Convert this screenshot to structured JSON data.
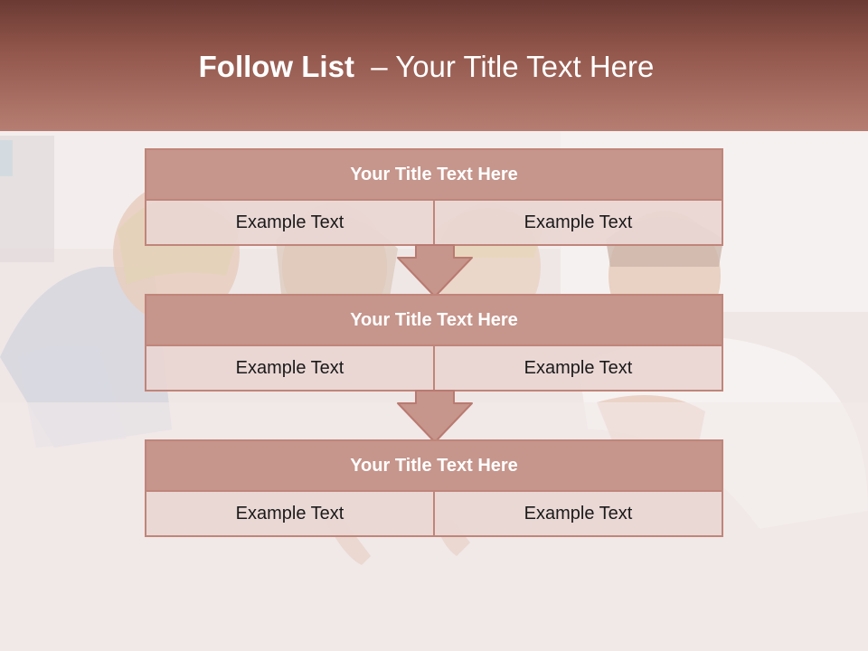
{
  "slide": {
    "title_bold": "Follow List",
    "title_rest": "  – Your Title Text Here"
  },
  "colors": {
    "header_top": "#6a3a33",
    "header_bottom": "#b67e72",
    "title_fill": "#c6958b",
    "border": "#c0857a",
    "cell_fill": "#e9d6d3",
    "arrow_fill": "#c6958b"
  },
  "blocks": [
    {
      "title": "Your Title Text Here",
      "left": "Example Text",
      "right": "Example Text"
    },
    {
      "title": "Your Title Text Here",
      "left": "Example Text",
      "right": "Example Text"
    },
    {
      "title": "Your Title Text Here",
      "left": "Example Text",
      "right": "Example Text"
    }
  ]
}
